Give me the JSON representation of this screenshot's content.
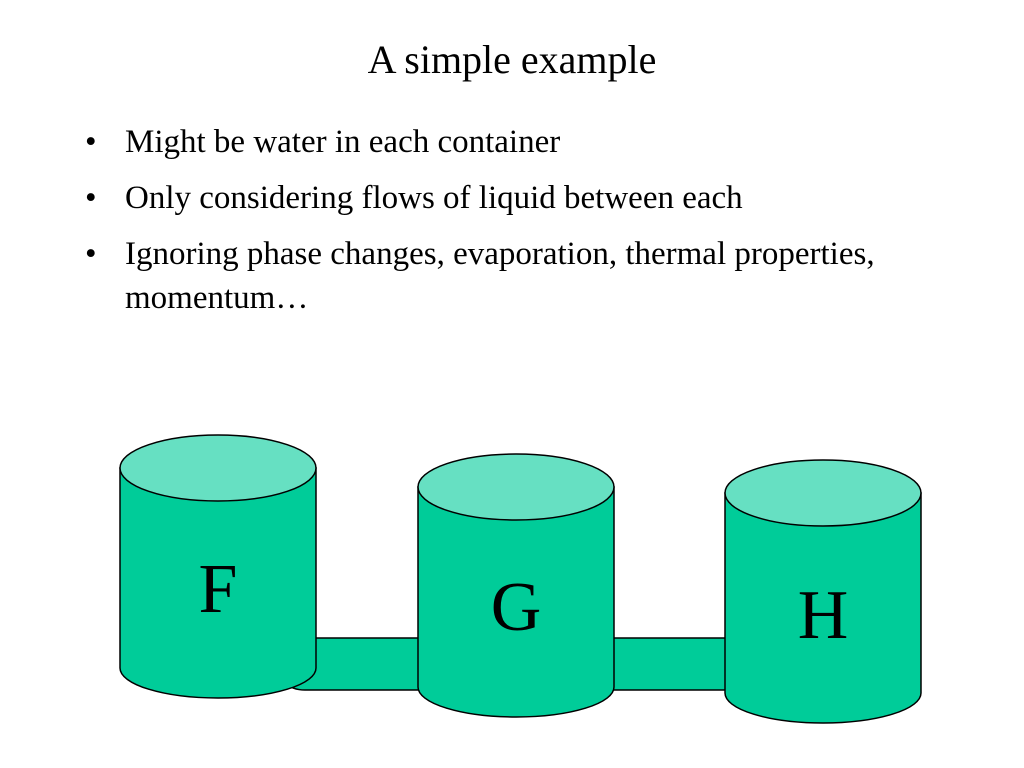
{
  "slide": {
    "title": "A simple example",
    "bullets": [
      {
        "marker": "•",
        "text": "Might be water in each container"
      },
      {
        "marker": "•",
        "text": "Only considering flows of liquid between each"
      },
      {
        "marker": "•",
        "text": "Ignoring phase changes, evaporation, thermal properties, momentum…"
      }
    ]
  },
  "diagram": {
    "colors": {
      "tank_body": "#00CC99",
      "tank_top": "#66E0C2",
      "outline": "#000000"
    },
    "tanks": [
      {
        "label": "F"
      },
      {
        "label": "G"
      },
      {
        "label": "H"
      }
    ],
    "connections": [
      {
        "from": "F",
        "to": "G"
      },
      {
        "from": "G",
        "to": "H"
      }
    ]
  }
}
